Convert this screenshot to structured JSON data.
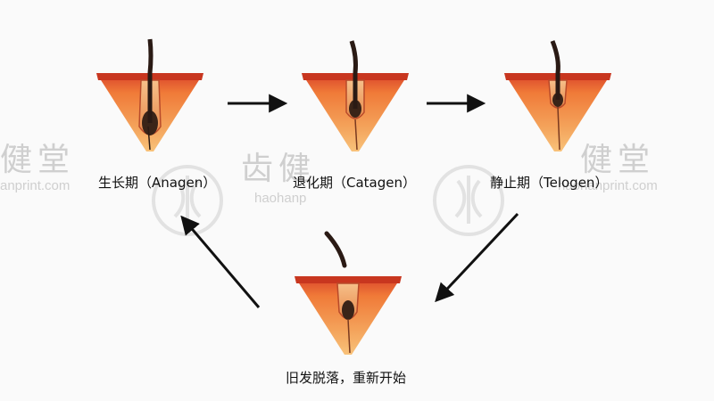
{
  "stages": [
    {
      "id": "anagen",
      "label": "生长期（Anagen）"
    },
    {
      "id": "catagen",
      "label": "退化期（Catagen）"
    },
    {
      "id": "telogen",
      "label": "静止期（Telogen）"
    },
    {
      "id": "exogen",
      "label": "旧发脱落，重新开始"
    }
  ],
  "watermark": {
    "brand_left": "健堂",
    "brand_mid": "齿健",
    "brand_right": "健堂",
    "url_left": "anprint.com",
    "url_mid": "haohanp",
    "url_right": "haohanprint.com"
  },
  "colors": {
    "skin_top": "#e0532a",
    "skin_mid": "#f08a3c",
    "skin_light": "#f6b56a",
    "hair": "#2a1a14",
    "arrow": "#111111"
  }
}
